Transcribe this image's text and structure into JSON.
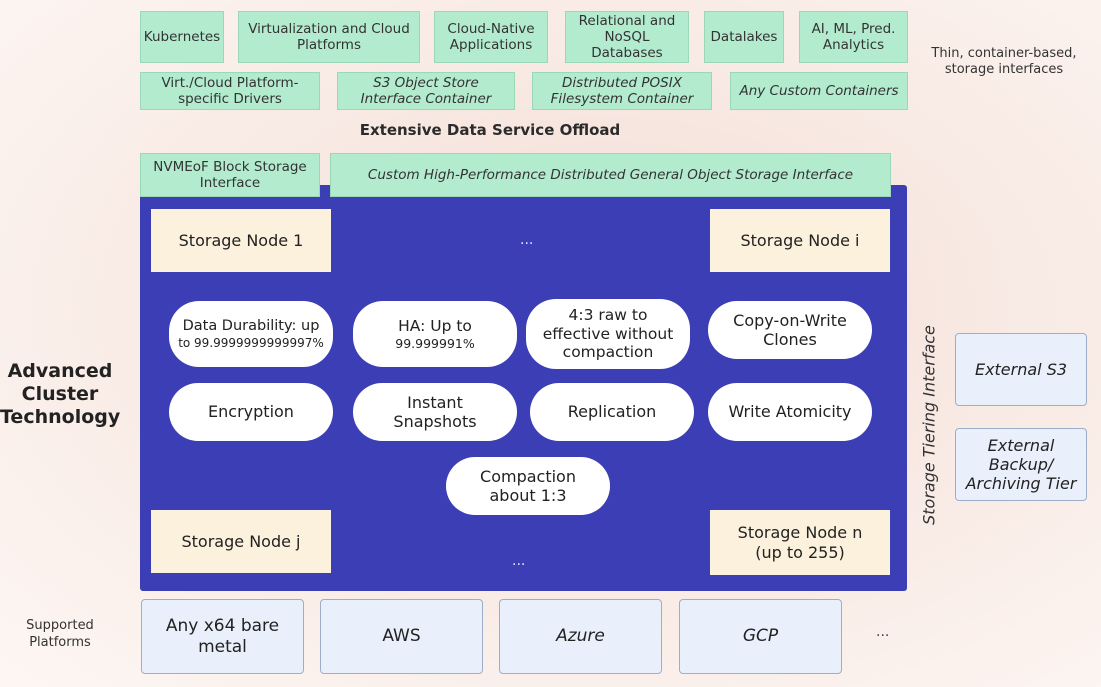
{
  "top_row": [
    "Kubernetes",
    "Virtualization and Cloud Platforms",
    "Cloud-Native Applications",
    "Relational and NoSQL Databases",
    "Datalakes",
    "AI, ML, Pred. Analytics"
  ],
  "second_row": [
    "Virt./Cloud Platform-specific Drivers",
    "S3 Object Store Interface Container",
    "Distributed POSIX Filesystem Container",
    "Any Custom Containers"
  ],
  "thin_note": "Thin, container-based, storage interfaces",
  "offload_label": "Extensive Data Service Offload",
  "nvmeof_label": "NVMEoF Block Storage Interface",
  "custom_interface_label": "Custom High-Performance Distributed General Object Storage Interface",
  "nodes": {
    "node_1": "Storage Node 1",
    "node_i": "Storage Node i",
    "node_j": "Storage Node j",
    "node_n_line1": "Storage Node n",
    "node_n_line2": "(up to 255)",
    "ellipsis_top": "...",
    "ellipsis_bottom": "..."
  },
  "features": {
    "durability_title": "Data Durability: up",
    "durability_value": "to 99.9999999999997%",
    "ha_title": "HA: Up to",
    "ha_value": "99.999991%",
    "raw_ratio": "4:3 raw to effective without compaction",
    "cow": "Copy-on-Write Clones",
    "encryption": "Encryption",
    "snapshots": "Instant Snapshots",
    "replication": "Replication",
    "atomicity": "Write Atomicity",
    "compaction": "Compaction about 1:3"
  },
  "left_title": "Advanced Cluster Technology",
  "tiering_label": "Storage Tiering Interface",
  "external": [
    "External S3",
    "External Backup/ Archiving Tier"
  ],
  "platforms_label": "Supported Platforms",
  "platforms": [
    "Any x64 bare metal",
    "AWS",
    "Azure",
    "GCP"
  ],
  "platforms_more": "...",
  "colors": {
    "cluster_blue": "#3b3eb4",
    "green": "#b3ebcf",
    "node": "#fcf1dc",
    "platform": "#e9f0fb"
  }
}
